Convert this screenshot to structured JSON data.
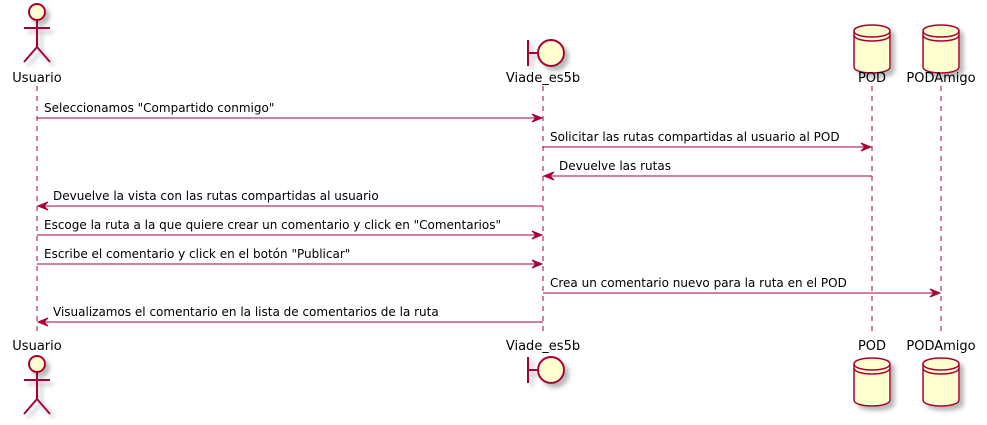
{
  "colors": {
    "line": "#A80036",
    "fill": "#FEFECE",
    "shadow": "#C8C8C8",
    "text": "#000000"
  },
  "participants": [
    {
      "id": "usuario",
      "name": "Usuario",
      "kind": "actor"
    },
    {
      "id": "viade",
      "name": "Viade_es5b",
      "kind": "boundary"
    },
    {
      "id": "pod",
      "name": "POD",
      "kind": "database"
    },
    {
      "id": "podamigo",
      "name": "PODAmigo",
      "kind": "database"
    }
  ],
  "messages": [
    {
      "from": "usuario",
      "to": "viade",
      "text": "Seleccionamos \"Compartido conmigo\""
    },
    {
      "from": "viade",
      "to": "pod",
      "text": "Solicitar las rutas compartidas al usuario al POD"
    },
    {
      "from": "pod",
      "to": "viade",
      "text": "Devuelve las rutas"
    },
    {
      "from": "viade",
      "to": "usuario",
      "text": "Devuelve la vista con las rutas compartidas al usuario"
    },
    {
      "from": "usuario",
      "to": "viade",
      "text": "Escoge la ruta a la que quiere crear un comentario y click en \"Comentarios\""
    },
    {
      "from": "usuario",
      "to": "viade",
      "text": "Escribe el comentario y click en el botón \"Publicar\""
    },
    {
      "from": "viade",
      "to": "podamigo",
      "text": "Crea un comentario nuevo para la ruta en el POD"
    },
    {
      "from": "viade",
      "to": "usuario",
      "text": "Visualizamos el comentario en la lista de comentarios de la ruta"
    }
  ]
}
